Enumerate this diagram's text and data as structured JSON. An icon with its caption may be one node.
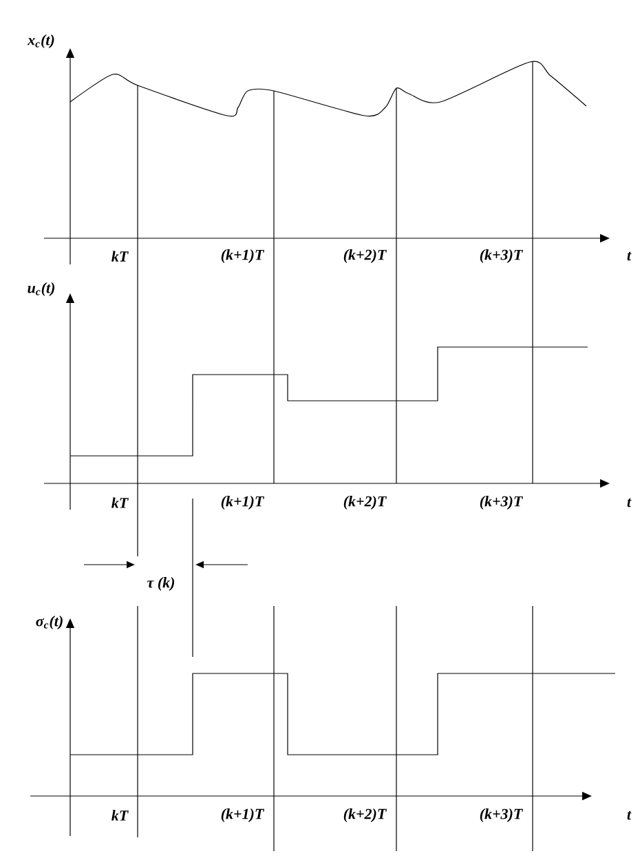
{
  "diagram": {
    "labels": [
      "x$_{c}$(t)",
      "kT",
      "(k+1)T",
      "(k+2)T",
      "(k+3)T",
      "t",
      "u$_{c}$(t)",
      "kT",
      "(k+1)T",
      "(k+2)T",
      "(k+3)T",
      "t",
      "τ (k)",
      "σ$_{c}$(t)",
      "kT",
      "(k+1)T",
      "(k+2)T",
      "(k+3)T",
      "t"
    ]
  }
}
